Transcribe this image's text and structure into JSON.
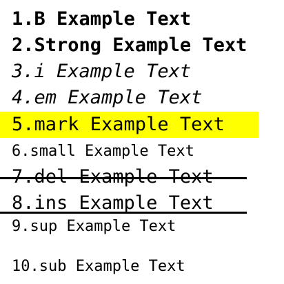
{
  "items": [
    "1.B Example Text",
    "2.Strong Example Text",
    "3.i Example Text",
    "4.em Example Text",
    "5.mark Example Text",
    "6.small Example Text",
    "7.del Example Text",
    "8.ins Example Text",
    "9.sup Example Text",
    "10.sub Example Text"
  ],
  "colors": {
    "mark_highlight": "#ffff00",
    "text": "#000000",
    "background": "#ffffff"
  }
}
